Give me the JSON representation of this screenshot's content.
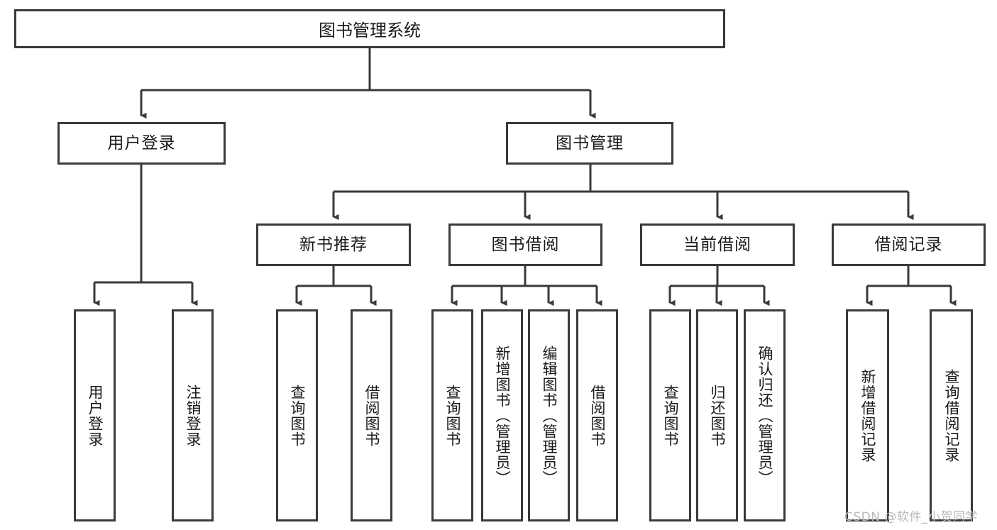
{
  "diagram": {
    "type": "tree",
    "title": "图书管理系统",
    "orientation": "top-down",
    "style": {
      "box_border_color": "#3a3a3a",
      "box_fill_color": "#ffffff",
      "line_color": "#3a3a3a",
      "text_color": "#1a1a1a",
      "background": "#ffffff"
    }
  },
  "root": {
    "label": "图书管理系统"
  },
  "level1": [
    {
      "id": "n_user_login",
      "label": "用户登录"
    },
    {
      "id": "n_book_manage",
      "label": "图书管理"
    }
  ],
  "level2": [
    {
      "id": "n_new_book_rec",
      "label": "新书推荐",
      "parent": "n_book_manage"
    },
    {
      "id": "n_book_borrow",
      "label": "图书借阅",
      "parent": "n_book_manage"
    },
    {
      "id": "n_current_borrow",
      "label": "当前借阅",
      "parent": "n_book_manage"
    },
    {
      "id": "n_borrow_record",
      "label": "借阅记录",
      "parent": "n_book_manage"
    }
  ],
  "leaves": {
    "user_login": [
      {
        "label": "用户登录"
      },
      {
        "label": "注销登录"
      }
    ],
    "new_book_rec": [
      {
        "label": "查询图书"
      },
      {
        "label": "借阅图书"
      }
    ],
    "book_borrow": [
      {
        "label": "查询图书"
      },
      {
        "label": "新增图书（管理员）"
      },
      {
        "label": "编辑图书（管理员）"
      },
      {
        "label": "借阅图书"
      }
    ],
    "current_borrow": [
      {
        "label": "查询图书"
      },
      {
        "label": "归还图书"
      },
      {
        "label": "确认归还（管理员）"
      }
    ],
    "borrow_record": [
      {
        "label": "新增借阅记录"
      },
      {
        "label": "查询借阅记录"
      }
    ]
  },
  "watermark": {
    "text": "CSDN @软件_小贺同学"
  }
}
